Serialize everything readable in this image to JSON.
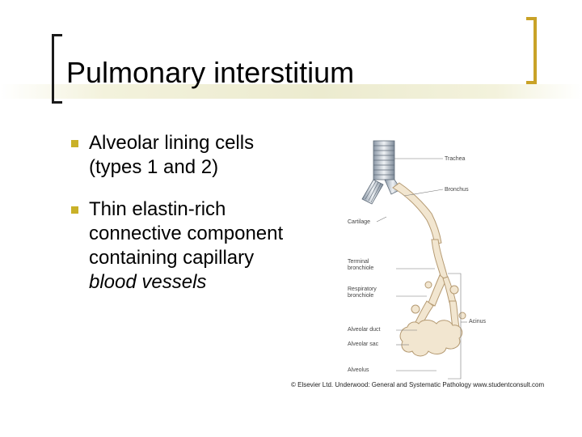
{
  "slide": {
    "title": "Pulmonary interstitium",
    "bullets": [
      {
        "text": "Alveolar lining cells (types 1 and 2)"
      },
      {
        "text_plain": "Thin elastin-rich connective component containing capillary",
        "text_italic": "blood vessels"
      }
    ],
    "accent_colors": {
      "bracket_gold": "#c9a227",
      "bullet": "#c9b128",
      "band": "#ecebcf"
    }
  },
  "figure": {
    "labels": {
      "trachea": "Trachea",
      "bronchus": "Bronchus",
      "cartilage": "Cartilage",
      "terminal_bronchiole": "Terminal bronchiole",
      "respiratory_bronchiole": "Respiratory bronchiole",
      "acinus": "Acinus",
      "alveolar_duct": "Alveolar duct",
      "alveolar_sac": "Alveolar sac",
      "alveolus": "Alveolus"
    },
    "caption": "© Elsevier Ltd. Underwood: General and Systematic Pathology www.studentconsult.com"
  }
}
